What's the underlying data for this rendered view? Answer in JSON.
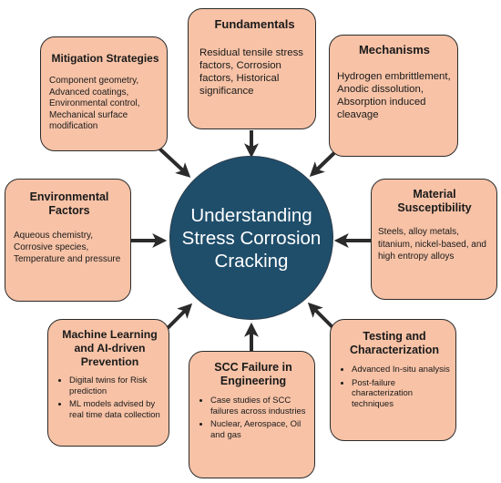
{
  "center": {
    "label": "Understanding Stress Corrosion Cracking"
  },
  "boxes": {
    "fundamentals": {
      "title": "Fundamentals",
      "text": "Residual tensile stress factors, Corrosion factors, Historical significance"
    },
    "mechanisms": {
      "title": "Mechanisms",
      "text": "Hydrogen embrittlement, Anodic dissolution, Absorption induced cleavage"
    },
    "mitigation": {
      "title": "Mitigation Strategies",
      "text": "Component geometry, Advanced coatings, Environmental control, Mechanical surface modification"
    },
    "environmental": {
      "title": "Environmental Factors",
      "text": "Aqueous chemistry, Corrosive species, Temperature and pressure"
    },
    "material": {
      "title": "Material Susceptibility",
      "text": "Steels, alloy metals, titanium, nickel-based, and high entropy alloys"
    },
    "ml": {
      "title": "Machine Learning and AI-driven Prevention",
      "items": [
        "Digital twins for Risk prediction",
        "ML models advised by real time data collection"
      ]
    },
    "scc": {
      "title": "SCC Failure in Engineering",
      "items": [
        "Case studies of SCC failures across industries",
        "Nuclear, Aerospace, Oil and gas"
      ]
    },
    "testing": {
      "title": "Testing and Characterization",
      "items": [
        "Advanced In-situ analysis",
        "Post-failure characterization techniques"
      ]
    }
  },
  "colors": {
    "box_fill": "#f7c2a6",
    "center_fill": "#1f4e6b",
    "arrow": "#2b2b2b"
  }
}
